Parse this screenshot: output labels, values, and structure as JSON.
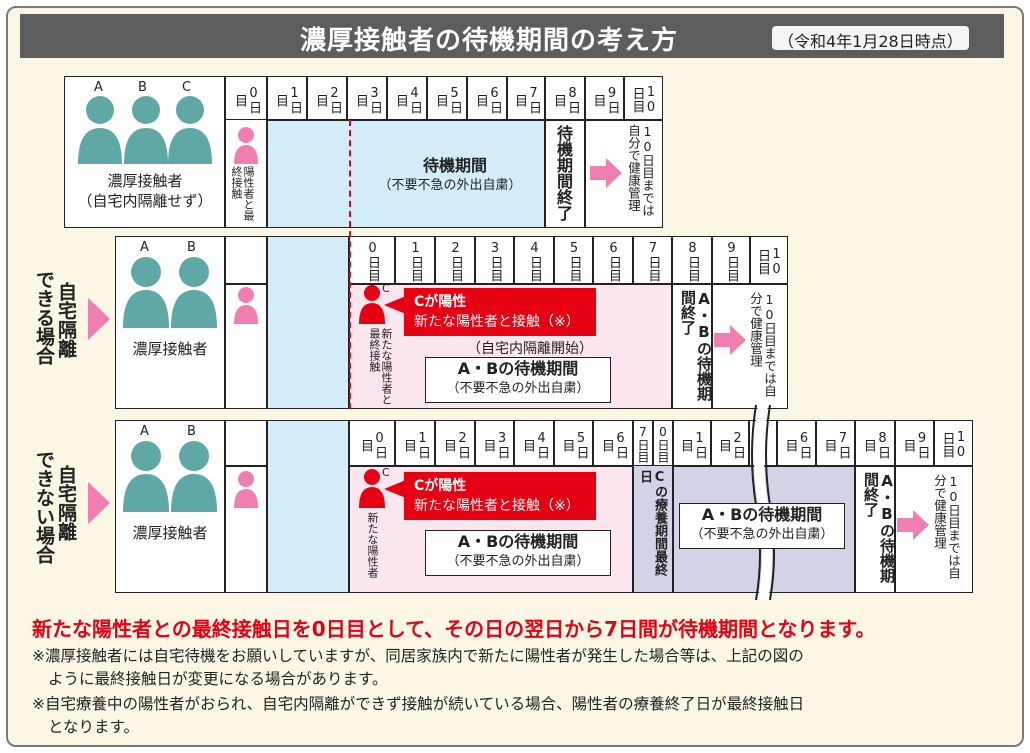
{
  "title": "濃厚接触者の待機期間の考え方",
  "date_note": "（令和4年1月28日時点）",
  "days_top": [
    "0日目",
    "1日目",
    "2日目",
    "3日目",
    "4日目",
    "5日目",
    "6日目",
    "7日目",
    "8日目",
    "9日目",
    "10日目"
  ],
  "letters": {
    "a": "A",
    "b": "B",
    "c": "C"
  },
  "row1": {
    "people_label_1": "濃厚接触者",
    "people_label_2": "（自宅内隔離せず）",
    "last_contact": "陽性者と最終接触",
    "period_title": "待機期間",
    "period_sub": "（不要不急の外出自粛）",
    "end": "待機期間終了",
    "after": "10日目までは自分で健康管理"
  },
  "row2": {
    "side_label_1": "自宅隔離",
    "side_label_2": "できる場合",
    "people_label": "濃厚接触者",
    "days": [
      "0日目",
      "1日目",
      "2日目",
      "3日目",
      "4日目",
      "5日目",
      "6日目",
      "7日目",
      "8日目",
      "9日目",
      "10日目"
    ],
    "new_contact": "新たな陽性者と最終接触",
    "c_pos_title": "Cが陽性",
    "c_pos_sub": "新たな陽性者と接触（※）",
    "home_iso": "（自宅内隔離開始）",
    "period_title": "A・Bの待機期間",
    "period_sub": "（不要不急の外出自粛）",
    "end": "A・Bの待機期間終了",
    "after": "10日目までは自分で健康管理"
  },
  "row3": {
    "side_label_1": "自宅隔離",
    "side_label_2": "できない場合",
    "people_label": "濃厚接触者",
    "days_first": [
      "0日目",
      "1日目",
      "2日目",
      "3日目",
      "4日目",
      "5日目",
      "6日目",
      "7日目"
    ],
    "days_second": [
      "0日目",
      "1日目",
      "2日目",
      "6日目",
      "7日目",
      "8日目",
      "9日目",
      "10日目"
    ],
    "new_positive": "新たな陽性者",
    "c_pos_title": "Cが陽性",
    "c_pos_sub": "新たな陽性者と接触（※）",
    "period_title": "A・Bの待機期間",
    "period_sub": "（不要不急の外出自粛）",
    "c_treat_last": "Cの療養期間最終日",
    "period2_title": "A・Bの待機期間",
    "period2_sub": "（不要不急の外出自粛）",
    "end": "A・Bの待機期間終了",
    "after": "10日目までは自分で健康管理"
  },
  "bottom_main": "新たな陽性者との最終接触日を0日目として、その日の翌日から7日間が待機期間となります。",
  "note1a": "※濃厚接触者には自宅待機をお願いしていますが、同居家族内で新たに陽性者が発生した場合等は、上記の図の",
  "note1b": "ように最終接触日が変更になる場合があります。",
  "note2a": "※自宅療養中の陽性者がおられ、自宅内隔離ができず接触が続いている場合、陽性者の療養終了日が最終接触日",
  "note2b": "となります。",
  "colors": {
    "teal": "#5fa8a6",
    "pink": "#ee7fb0",
    "red": "#e50012",
    "blue": "#d3ecf8",
    "lightpink": "#fbe5ee",
    "lavender": "#d3d3e7"
  }
}
